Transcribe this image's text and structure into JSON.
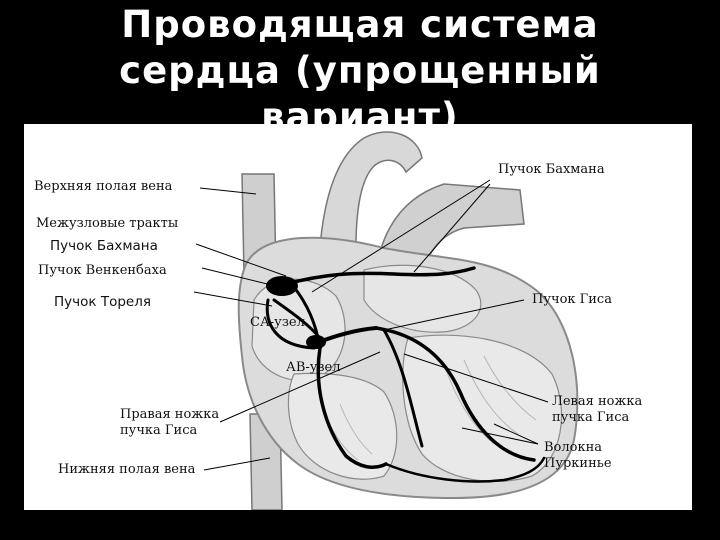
{
  "slide": {
    "title_line1": "Проводящая  система",
    "title_line2": "сердца (упрощенный",
    "title_line3": "вариант)"
  },
  "colors": {
    "background": "#000000",
    "title": "#ffffff",
    "panel": "#ffffff",
    "heart_fill": "#dcdcdc",
    "heart_outline": "#8a8a8a",
    "conduction": "#000000"
  },
  "labels": {
    "superior_vena_cava": "Верхняя полая вена",
    "internodal_tracts": "Межузловые тракты",
    "bachmann_left": "Пучок Бахмана",
    "wenckebach": "Пучок Венкенбаха",
    "thorel": "Пучок Тореля",
    "sa_node": "СА-узел",
    "av_node": "АВ-узел",
    "right_bundle_line1": "Правая ножка",
    "right_bundle_line2": "пучка Гиса",
    "inferior_vena_cava": "Нижняя полая вена",
    "bachmann_right": "Пучок Бахмана",
    "his_bundle": "Пучок  Гиса",
    "left_bundle_line1": "Левая ножка",
    "left_bundle_line2": "пучка Гиса",
    "purkinje_line1": "Волокна",
    "purkinje_line2": "Пуркинье"
  }
}
